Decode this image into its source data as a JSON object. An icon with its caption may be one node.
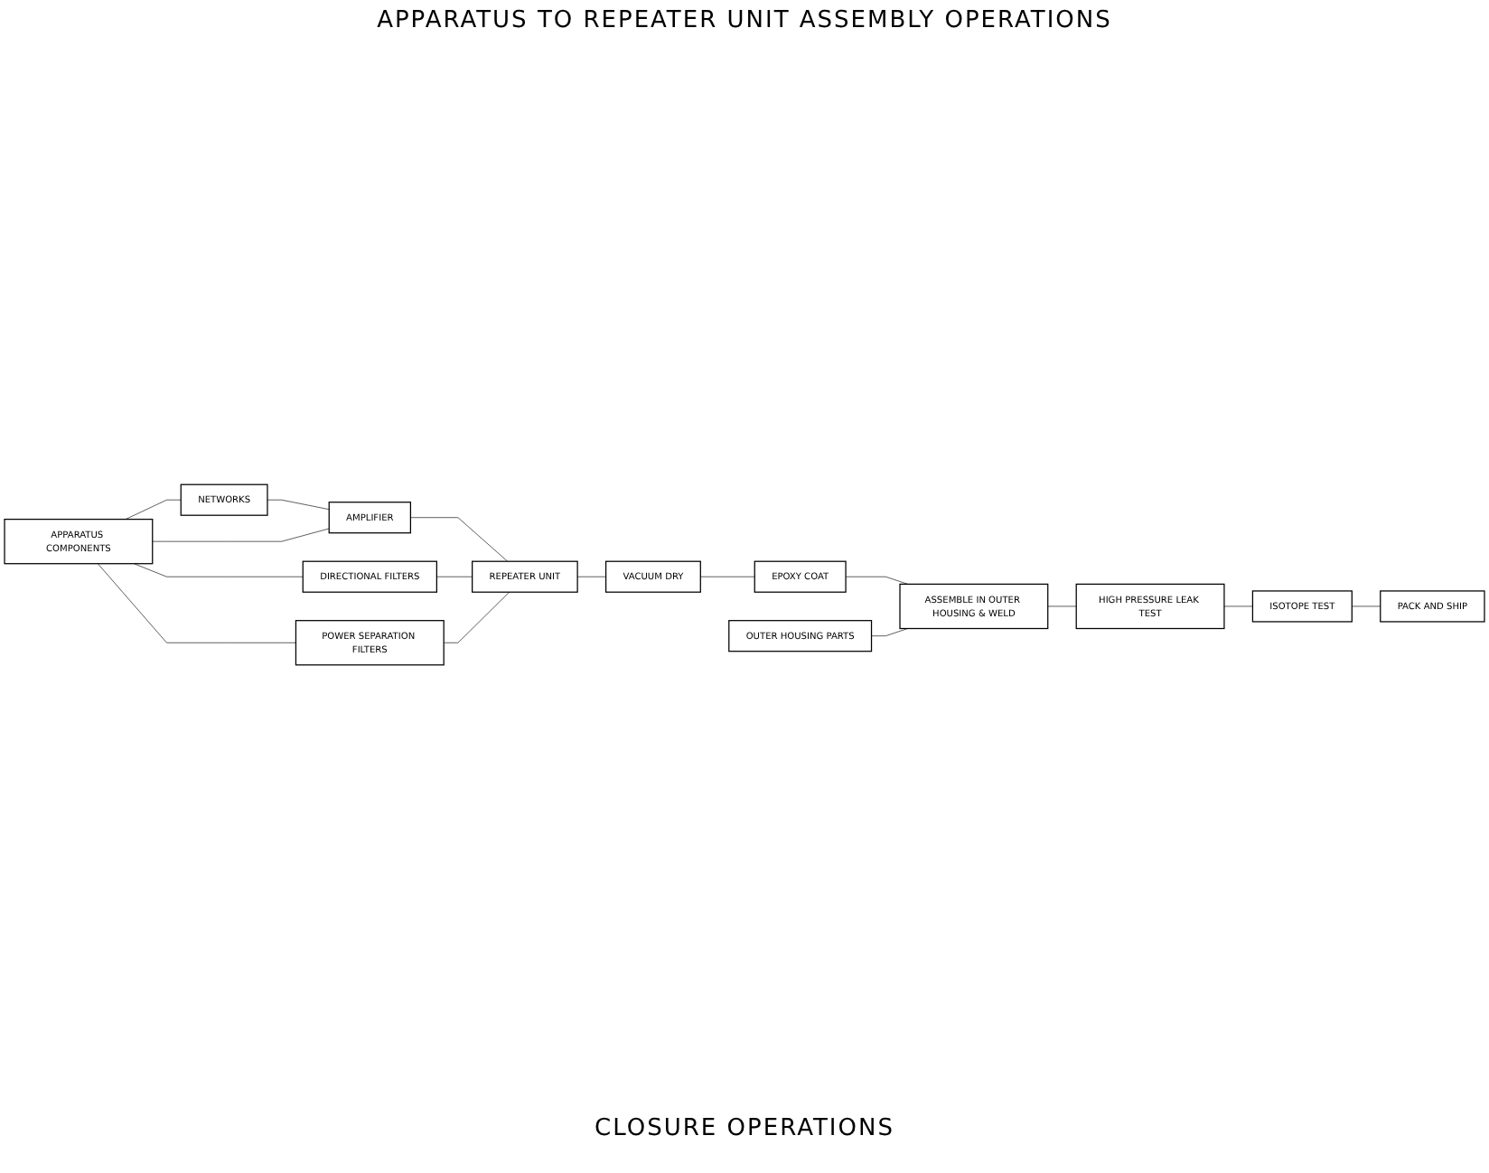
{
  "diagram": {
    "title": "APPARATUS TO REPEATER UNIT ASSEMBLY OPERATIONS",
    "nodes": [
      {
        "text": [
          "NETWORKS"
        ]
      },
      {
        "text": [
          "AMPLIFIER"
        ]
      },
      {
        "text": [
          "APPARATUS COMPONENTS"
        ]
      },
      {
        "text": [
          "DIRECTIONAL FILTERS"
        ]
      },
      {
        "text": [
          "REPEATER UNIT"
        ]
      },
      {
        "text": [
          "POWER SEPARATION FILTERS"
        ]
      },
      {
        "text": [
          "ISOTOPE TEST"
        ]
      },
      {
        "text": [
          "HIGH PRESSURE LEAK TEST"
        ]
      },
      {
        "text": [
          "ASSEMBLE IN OUTER HOUSING & WELD"
        ]
      },
      {
        "text": [
          "EPOXY COAT"
        ]
      },
      {
        "text": [
          "VACUUM DRY"
        ]
      },
      {
        "text": [
          "PACK AND SHIP"
        ]
      },
      {
        "text": [
          "OUTER HOUSING PARTS"
        ]
      }
    ],
    "edges": [
      {
        "from": 2,
        "to": 0,
        "arrow": "none"
      },
      {
        "from": 0,
        "to": 1,
        "arrow": "none"
      },
      {
        "from": 2,
        "to": 1,
        "arrow": "none"
      },
      {
        "from": 1,
        "to": 4,
        "arrow": "none"
      },
      {
        "from": 2,
        "to": 3,
        "arrow": "none"
      },
      {
        "from": 3,
        "to": 4,
        "arrow": "none"
      },
      {
        "from": 2,
        "to": 5,
        "arrow": "none"
      },
      {
        "from": 5,
        "to": 4,
        "arrow": "none"
      },
      {
        "from": 4,
        "to": 10,
        "arrow": "none"
      },
      {
        "from": 10,
        "to": 9,
        "arrow": "none"
      },
      {
        "from": 9,
        "to": 8,
        "arrow": "none"
      },
      {
        "from": 8,
        "to": 7,
        "arrow": "none"
      },
      {
        "from": 7,
        "to": 6,
        "arrow": "none"
      },
      {
        "from": 6,
        "to": 11,
        "arrow": "none"
      },
      {
        "from": 12,
        "to": 8,
        "arrow": "none"
      }
    ],
    "labels": [
      "CLOSURE OPERATIONS"
    ]
  }
}
